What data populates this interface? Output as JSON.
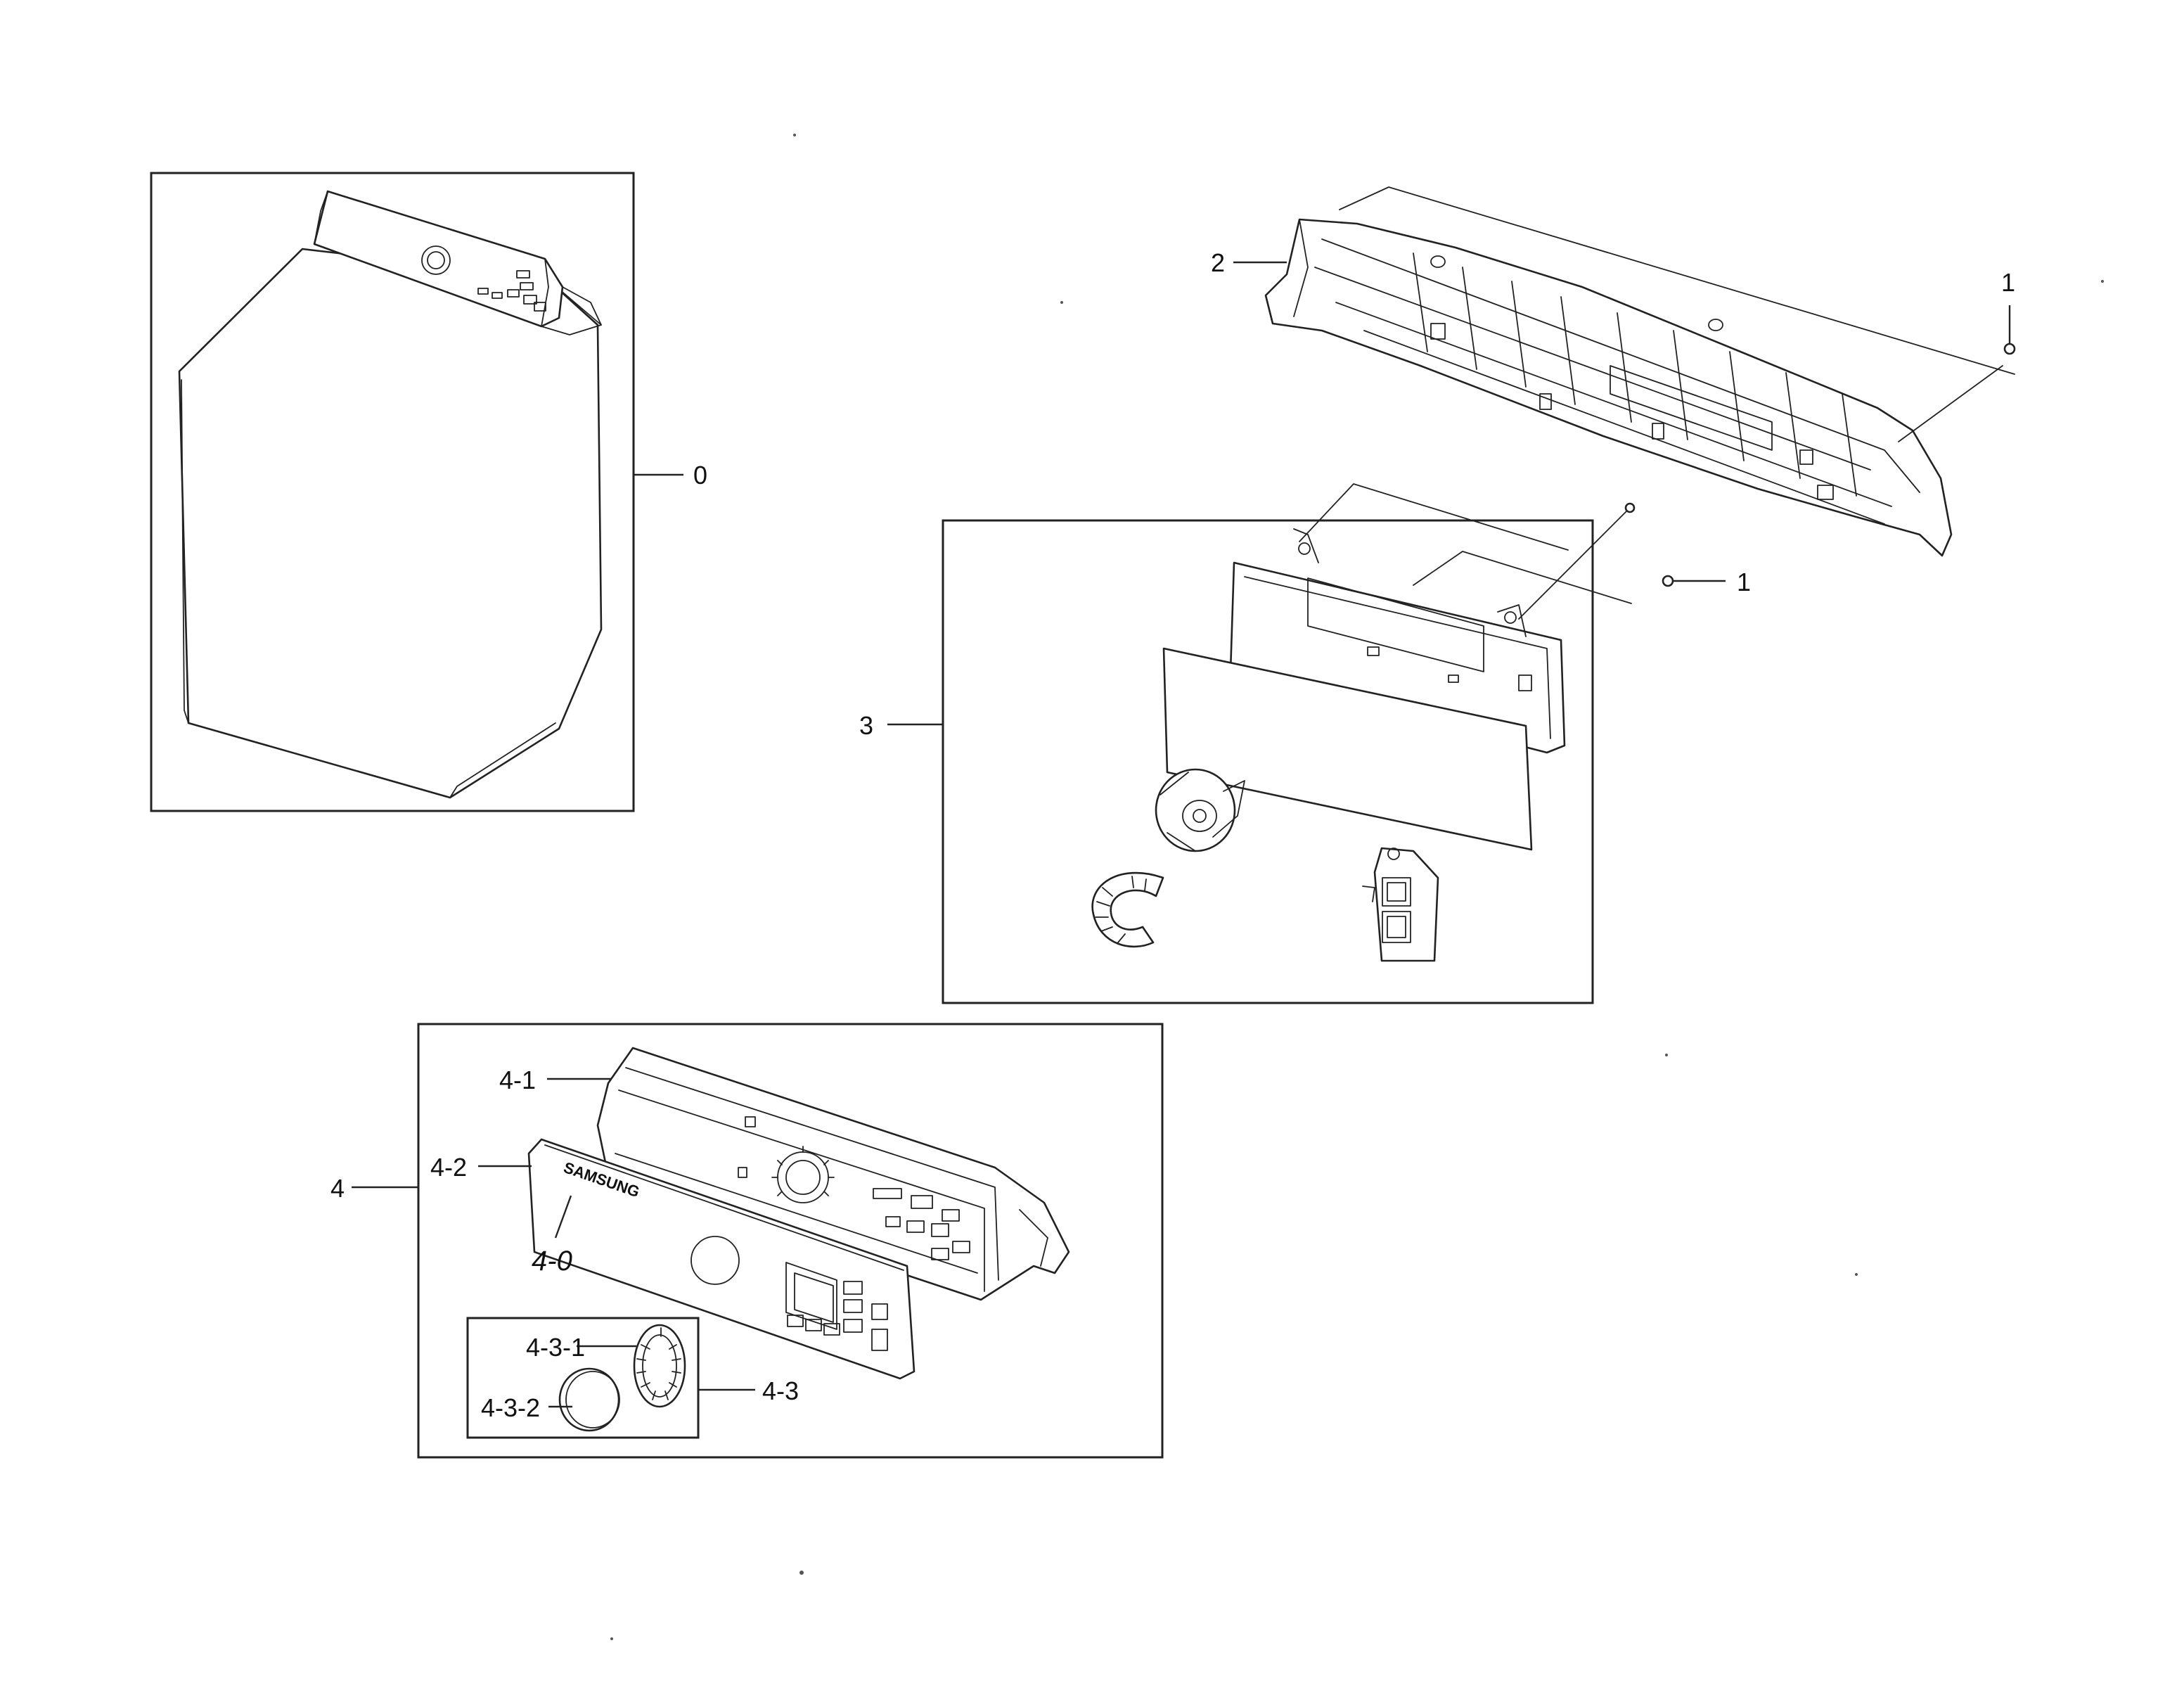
{
  "callouts": {
    "c0": "0",
    "c1_top": "1",
    "c1_mid": "1",
    "c2": "2",
    "c3": "3",
    "c4": "4",
    "c4_0": "4-0",
    "c4_1": "4-1",
    "c4_2": "4-2",
    "c4_3": "4-3",
    "c4_3_1": "4-3-1",
    "c4_3_2": "4-3-2"
  },
  "brand_text": "SAMSUNG"
}
